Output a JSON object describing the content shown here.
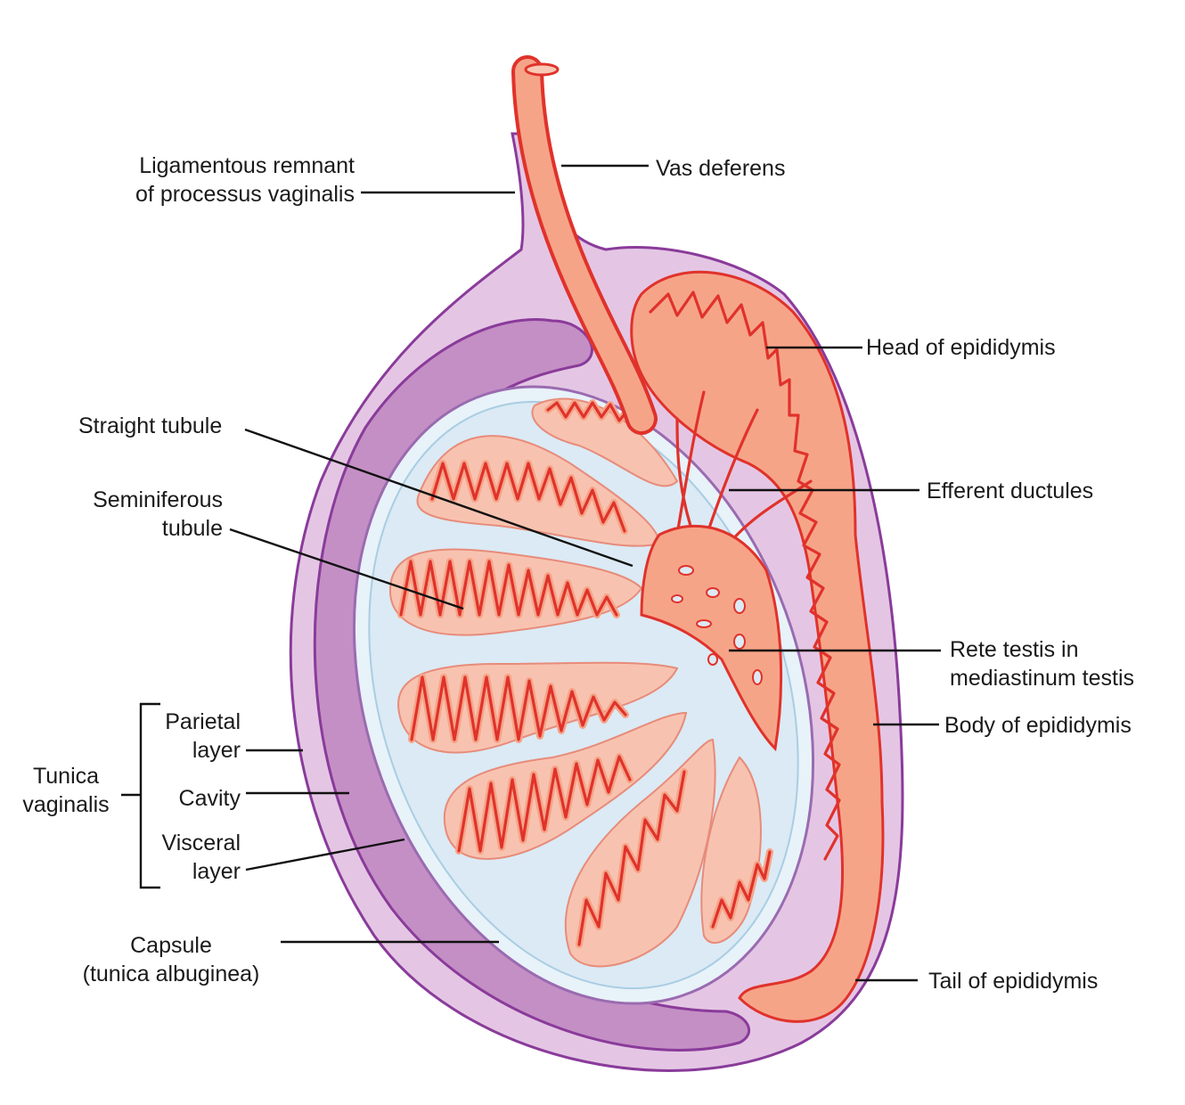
{
  "labels": {
    "ligamentous_line1": "Ligamentous remnant",
    "ligamentous_line2": "of processus vaginalis",
    "vas_deferens": "Vas deferens",
    "head_epididymis": "Head of epididymis",
    "straight_tubule": "Straight tubule",
    "efferent_ductules": "Efferent ductules",
    "seminiferous_line1": "Seminiferous",
    "seminiferous_line2": "tubule",
    "rete_line1": "Rete testis in",
    "rete_line2": "mediastinum testis",
    "body_epididymis": "Body of epididymis",
    "parietal_line1": "Parietal",
    "parietal_line2": "layer",
    "tunica_line1": "Tunica",
    "tunica_line2": "vaginalis",
    "cavity": "Cavity",
    "visceral_line1": "Visceral",
    "visceral_line2": "layer",
    "capsule_line1": "Capsule",
    "capsule_line2": "(tunica albuginea)",
    "tail_epididymis": "Tail of epididymis"
  },
  "colors": {
    "tunica_outer": "#d9b0d9",
    "tunica_cavity": "#c78dc6",
    "tunica_stroke": "#8a3b9a",
    "capsule_fill": "#e6f1f8",
    "lobule_fill": "#f7c3b0",
    "tubule_stroke": "#e0322b",
    "tubule_fill": "#f6a488"
  }
}
